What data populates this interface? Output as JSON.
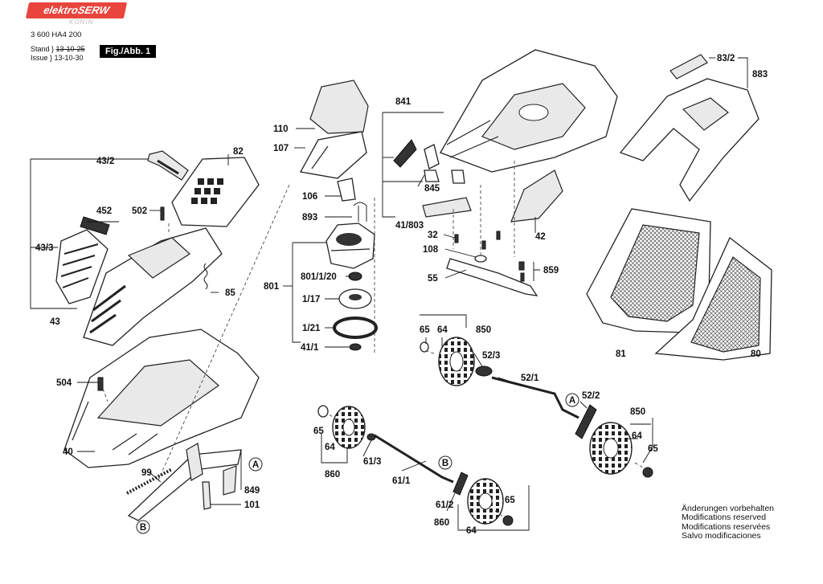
{
  "header": {
    "logo_text": "elektroSERW",
    "logo_sub": "KONIN",
    "doc_number": "3 600 HA4 200",
    "stand_label": "Stand",
    "issue_label": "Issue",
    "stand_date": "13-10-25",
    "issue_date": "13-10-30",
    "figure": "Fig./Abb. 1"
  },
  "notes": [
    "Änderungen vorbehalten",
    "Modifications reserved",
    "Modifications reservées",
    "Salvo modificaciones"
  ],
  "callouts": [
    "43/2",
    "82",
    "452",
    "502",
    "43/3",
    "85",
    "43",
    "504",
    "40",
    "99",
    "849",
    "101",
    "110",
    "107",
    "106",
    "893",
    "801",
    "801/1/20",
    "1/17",
    "1/21",
    "41/1",
    "841",
    "845",
    "41/803",
    "32",
    "108",
    "42",
    "55",
    "859",
    "83/2",
    "883",
    "81",
    "80",
    "65",
    "64",
    "850",
    "52/3",
    "52/1",
    "52/2",
    "61/3",
    "61/1",
    "860",
    "61/2"
  ],
  "markers": [
    "A",
    "B"
  ]
}
